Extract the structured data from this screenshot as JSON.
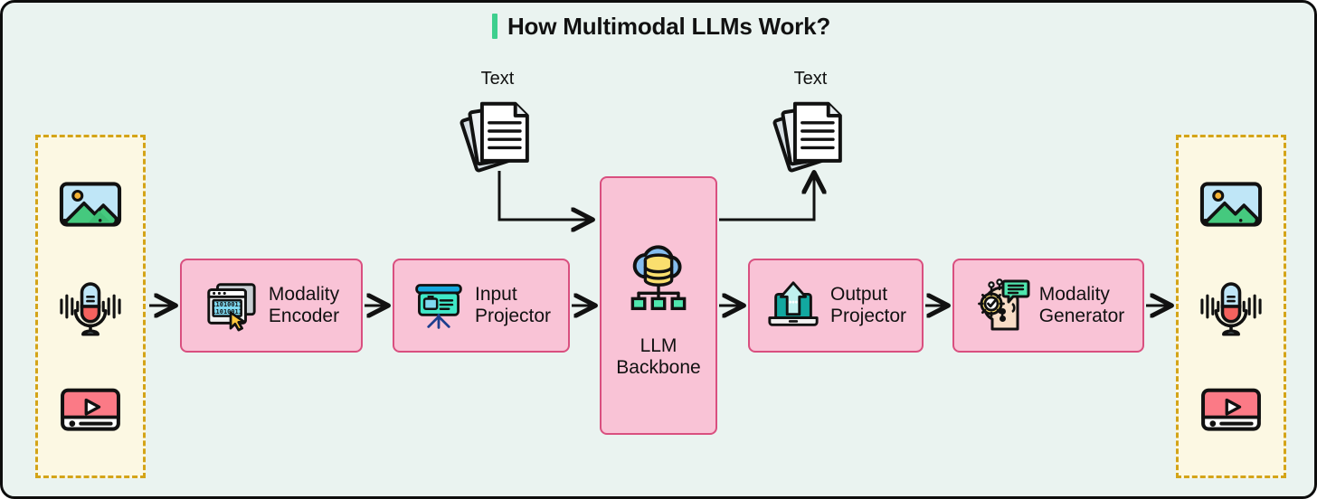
{
  "title": {
    "text": "How Multimodal LLMs Work?",
    "accent_color": "#3ECF8E"
  },
  "colors": {
    "background": "#EAF3F0",
    "stage_fill": "#F9C3D6",
    "stage_border": "#D94F7F",
    "column_fill": "#FCF8E3",
    "column_border": "#D4A418",
    "outline": "#111111"
  },
  "input_modalities": {
    "items": [
      {
        "icon": "image-icon",
        "name": "image"
      },
      {
        "icon": "audio-microphone-icon",
        "name": "audio"
      },
      {
        "icon": "video-player-icon",
        "name": "video"
      }
    ]
  },
  "output_modalities": {
    "items": [
      {
        "icon": "image-icon",
        "name": "image"
      },
      {
        "icon": "audio-microphone-icon",
        "name": "audio"
      },
      {
        "icon": "video-player-icon",
        "name": "video"
      }
    ]
  },
  "text_input": {
    "label": "Text",
    "icon": "documents-stack-icon"
  },
  "text_output": {
    "label": "Text",
    "icon": "documents-stack-icon"
  },
  "pipeline": {
    "stages": [
      {
        "label": "Modality\nEncoder",
        "icon": "binary-window-icon"
      },
      {
        "label": "Input\nProjector",
        "icon": "projector-screen-icon"
      },
      {
        "label": "LLM\nBackbone",
        "icon": "cloud-database-network-icon"
      },
      {
        "label": "Output\nProjector",
        "icon": "laptop-upload-icon"
      },
      {
        "label": "Modality\nGenerator",
        "icon": "ai-head-chat-icon"
      }
    ]
  }
}
